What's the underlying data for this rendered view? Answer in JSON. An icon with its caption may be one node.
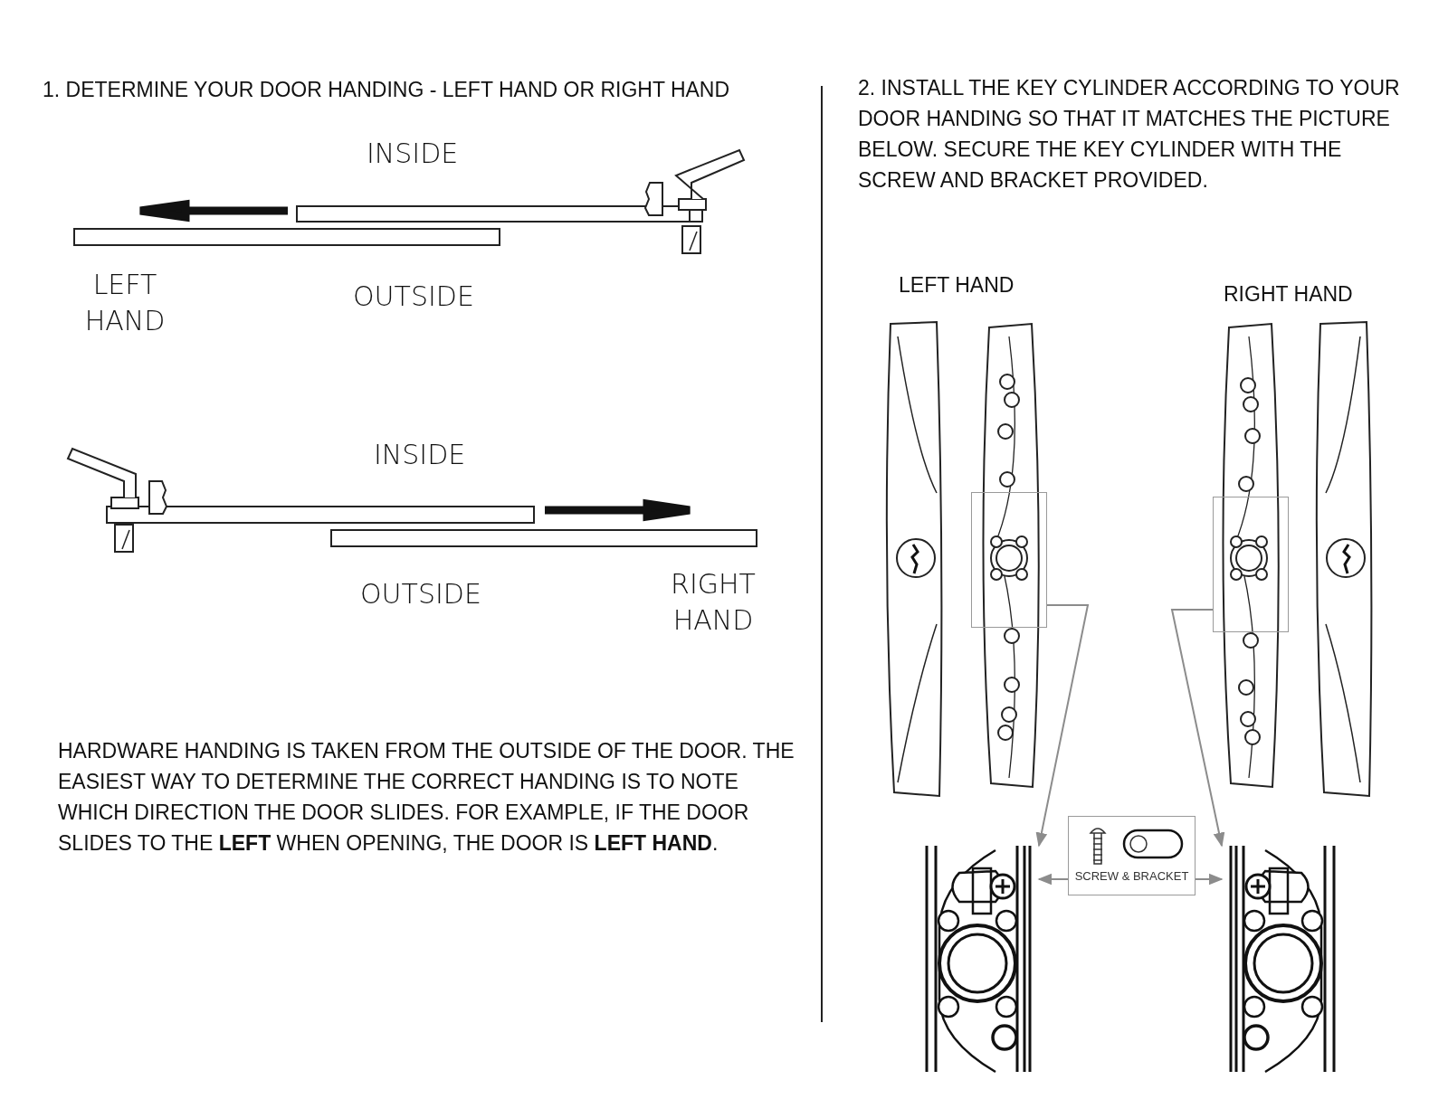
{
  "diagram": {
    "nodes": [
      {
        "text": [],
        "shape": "box"
      },
      {
        "text": [],
        "shape": "picture"
      },
      {
        "text": [],
        "shape": "box"
      },
      {
        "text": [],
        "shape": "picture"
      },
      {
        "text": [
          "SCREW & BRACKET"
        ]
      }
    ],
    "edges": [
      {
        "from": 0,
        "to": 1,
        "arrow": "to",
        "color": "#8c8c8c"
      },
      {
        "from": 2,
        "to": 3,
        "arrow": "to",
        "color": "#8c8c8c"
      },
      {
        "from": 4,
        "to": 1,
        "arrow": "to",
        "color": "#8c8c8c"
      },
      {
        "from": 4,
        "to": 3,
        "arrow": "to",
        "color": "#8c8c8c"
      }
    ],
    "labels": [
      "1. DETERMINE YOUR DOOR HANDING - LEFT HAND OR RIGHT HAND",
      "INSIDE",
      "LEFT HAND",
      "OUTSIDE",
      "INSIDE",
      "OUTSIDE",
      "RIGHT HAND",
      "HARDWARE HANDING IS TAKEN FROM THE OUTSIDE OF THE DOOR. THE EASIEST WAY TO DETERMINE THE CORRECT HANDING IS TO NOTE WHICH DIRECTION THE DOOR SLIDES. FOR EXAMPLE, IF THE DOOR SLIDES TO THE **LEFT** WHEN OPENING, THE DOOR IS **LEFT HAND**.",
      "2. INSTALL THE KEY CYLINDER ACCORDING TO YOUR DOOR HANDING SO THAT IT MATCHES THE PICTURE BELOW. SECURE THE KEY CYLINDER WITH THE SCREW AND BRACKET PROVIDED.",
      "LEFT HAND",
      "RIGHT HAND"
    ]
  }
}
